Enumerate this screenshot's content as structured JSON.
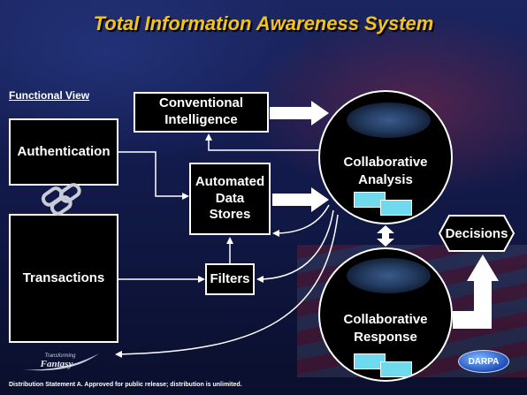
{
  "title": "Total Information Awareness System",
  "functional_view": "Functional View",
  "nodes": {
    "authentication": "Authentication",
    "transactions": "Transactions",
    "conventional_intelligence": "Conventional Intelligence",
    "automated_data_stores": "Automated Data Stores",
    "filters": "Filters",
    "collaborative_analysis": "Collaborative Analysis",
    "collaborative_response": "Collaborative Response",
    "decisions": "Decisions"
  },
  "footer": "Distribution Statement A. Approved for public release; distribution is unlimited.",
  "logos": {
    "left_top": "Transforming",
    "left_main": "Fantasy",
    "darpa": "DARPA"
  },
  "colors": {
    "title": "#f3c318",
    "box_bg": "#000000",
    "accent_cyan": "#6fd9ee",
    "line": "#ffffff"
  }
}
